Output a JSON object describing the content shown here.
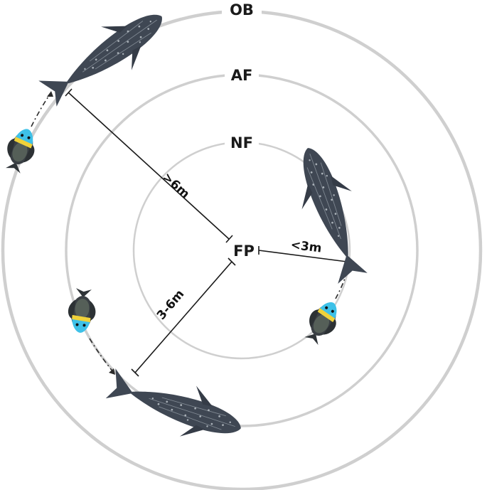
{
  "zones": {
    "outer": {
      "label": "OB"
    },
    "middle": {
      "label": "AF"
    },
    "inner": {
      "label": "NF"
    }
  },
  "focal_point": {
    "label": "FP"
  },
  "distances": {
    "outer": ">6m",
    "middle": "3-6m",
    "inner": "<3m"
  },
  "colors": {
    "ring": "#cfcfcf",
    "shark_body": "#3f4753",
    "shark_belly": "#8a939c",
    "fish_body": "#3a3f44",
    "fish_face": "#3ec1e8",
    "fish_accent": "#f0d23a",
    "text": "#1a1a1a"
  },
  "icons": {
    "shark": "whale-shark-icon",
    "fish": "triggerfish-icon"
  }
}
